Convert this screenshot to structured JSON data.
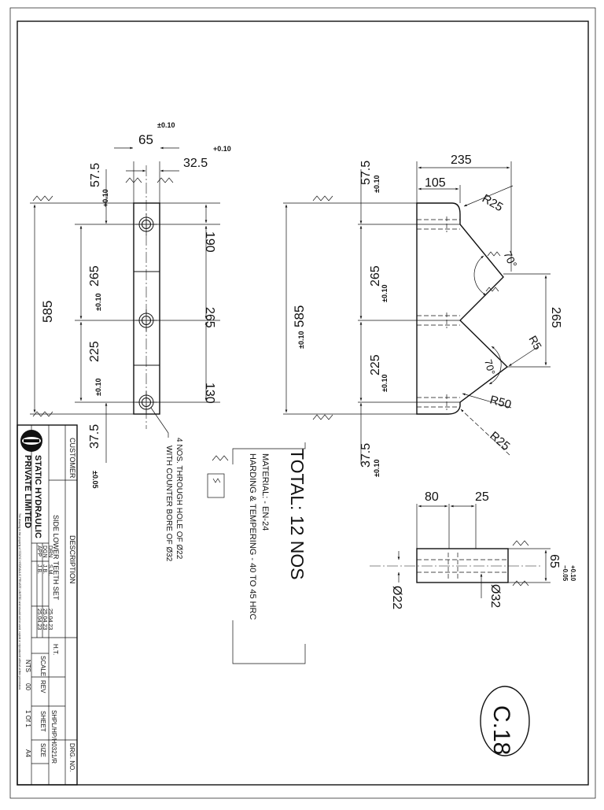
{
  "drawing": {
    "sheet_label": "C.18",
    "front_view": {
      "dim_65": "65",
      "tol_65": "±0.10",
      "dim_32_5": "32.5",
      "tol_32_5": "+0.10",
      "dim_57_5": "57.5",
      "tol_57_5": "+0.10",
      "dim_585": "585",
      "dim_265_left": "265",
      "tol_265_left": "±0.10",
      "dim_225_left": "225",
      "tol_225_left": "±0.10",
      "dim_190": "190",
      "dim_265_right": "265",
      "dim_130": "130",
      "dim_37_5": "37.5",
      "tol_37_5": "±0.05",
      "hole_note_1": "4 NOS. THROUGH HOLE OF Ø22",
      "hole_note_2": "WITH COUNTER BORE OF Ø32"
    },
    "side_view": {
      "dim_57_5": "57.5",
      "tol_57_5": "±0.10",
      "dim_235": "235",
      "dim_105": "105",
      "dim_R25_top": "R25",
      "dim_70_top": "70°",
      "dim_585": "585",
      "tol_585": "±0.10",
      "dim_265_left": "265",
      "tol_265_left": "±0.10",
      "dim_225": "225",
      "tol_225": "±0.10",
      "dim_265_right": "265",
      "dim_R5": "R5",
      "dim_70_bottom": "70°",
      "dim_R50": "R50",
      "dim_R25_bottom": "R25",
      "dim_37_5": "37.5",
      "tol_37_5": "±0.10"
    },
    "hole_detail": {
      "dim_80": "80",
      "dim_25": "25",
      "dim_65": "65",
      "tol_65_upper": "+0.10",
      "tol_65_lower": "−0.05",
      "dim_dia_22": "Ø22",
      "dim_dia_32": "Ø32"
    },
    "notes": {
      "total": "TOTAL: 12 NOS",
      "material": "MATERIAL: - EN-24",
      "hardening": "HARDING & TEMPERING - 40 TO 45 HRC"
    },
    "title_block": {
      "customer_label": "CUSTOMER",
      "description_label": "DESCRIPTION",
      "description": "SIDE LOWER TEETH SET",
      "company_line1": "STATIC HYDRAULIC",
      "company_line2": "PRIVATE LIMITED",
      "ht_label": "H.T.",
      "drg_no_label": "DRG. NO.",
      "drg_no": "SHPL/HP/H0321/R",
      "rows": [
        {
          "role": "DRN",
          "name": "S.M.",
          "date": "25.04.23"
        },
        {
          "role": "DGN",
          "name": "J.B.",
          "date": "25.04.23"
        },
        {
          "role": "APP",
          "name": "J.B.",
          "date": "25.04.23"
        }
      ],
      "scale_label": "SCALE",
      "scale": "NTS",
      "rev_label": "REV",
      "rev": "00",
      "sheet_label": "SHEET",
      "sheet": "1 Of 1",
      "size_label": "SIZE",
      "size": "A4",
      "disclaimer": "The drawing is the property of STATIC HYDRAULIC PRIVATE LIMITED and should not be used, copied or reproduced without written permission."
    }
  }
}
